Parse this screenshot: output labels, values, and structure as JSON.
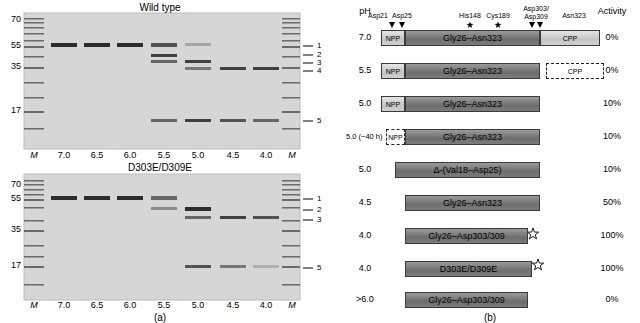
{
  "diagram": {
    "nodes": [
      {
        "text": [
          "NPP"
        ]
      },
      {
        "text": [
          "Gly26–Asn323"
        ]
      },
      {
        "text": [
          "CPP"
        ]
      },
      {
        "text": [
          "NPP"
        ]
      },
      {
        "text": [
          "Gly26–Asn323"
        ]
      },
      {
        "text": [
          "CPP"
        ]
      },
      {
        "text": [
          "NPP"
        ]
      },
      {
        "text": [
          "Gly26–Asn323"
        ]
      },
      {
        "text": [
          "NPP"
        ]
      },
      {
        "text": [
          "Gly26–Asn323"
        ]
      },
      {
        "text": [
          "Δ-(Val18–Asp25)"
        ]
      },
      {
        "text": [
          "Gly26–Asn323"
        ]
      },
      {
        "text": [
          "Gly26–Asp303/309"
        ]
      },
      {
        "text": [
          "D303E/D309E"
        ]
      },
      {
        "text": [
          "Gly26–Asp303/309"
        ]
      }
    ],
    "labels": [
      "Wild type",
      "70",
      "55",
      "35",
      "17",
      "M",
      "7.0",
      "6.5",
      "6.0",
      "5.5",
      "5.0",
      "4.5",
      "4.0",
      "M",
      "1",
      "2",
      "3",
      "4",
      "5",
      "D303E/D309E",
      "70",
      "55",
      "35",
      "17",
      "M",
      "7.0",
      "6.5",
      "6.0",
      "5.5",
      "5.0",
      "4.5",
      "4.0",
      "M",
      "1",
      "2",
      "3",
      "5",
      "(a)",
      "pH",
      "Activity",
      "Asp21",
      "Asp25",
      "His148",
      "Cys189",
      "Asp303/ Asp309",
      "Asn323",
      "7.0",
      "5.5",
      "5.0",
      "5.0 (~40 h)",
      "5.0",
      "4.5",
      "4.0",
      "4.0",
      ">6.0",
      "0%",
      "0%",
      "10%",
      "10%",
      "10%",
      "50%",
      "100%",
      "100%",
      "0%",
      "(b)"
    ]
  }
}
